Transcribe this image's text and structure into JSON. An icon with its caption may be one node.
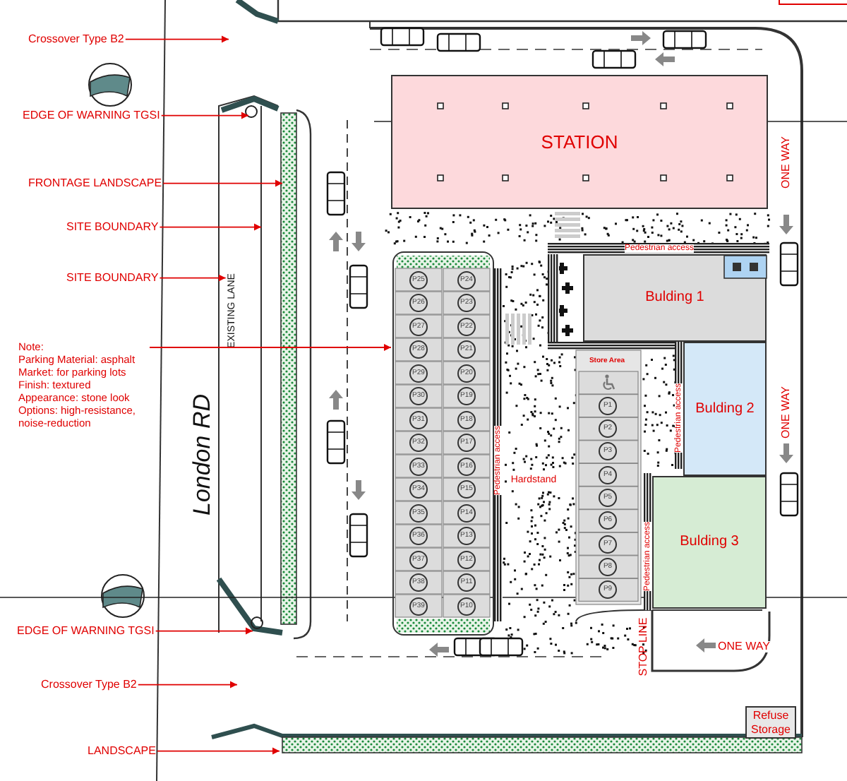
{
  "diagram": {
    "nodes": [
      {
        "text": [
          "Crossover Type B2"
        ]
      },
      {
        "text": [
          "EDGE OF WARNING TGSI"
        ]
      },
      {
        "text": [
          "FRONTAGE LANDSCAPE"
        ]
      },
      {
        "text": [
          "SITE BOUNDARY"
        ]
      },
      {
        "text": [
          "SITE BOUNDARY"
        ]
      },
      {
        "text": [
          "Note:",
          "Parking Material: asphalt",
          "Market: for parking lots",
          "Finish: textured",
          "Appearance: stone look",
          "Options: high-resistance, noise-reduction"
        ]
      },
      {
        "text": [
          "EDGE OF WARNING TGSI"
        ]
      },
      {
        "text": [
          "Crossover Type B2"
        ]
      },
      {
        "text": [
          "LANDSCAPE"
        ]
      },
      {
        "text": [
          "STATION"
        ]
      },
      {
        "text": [
          "Bulding 1"
        ],
        "beside": [
          "Pedestrian access"
        ]
      },
      {
        "text": [
          "Bulding 2"
        ],
        "beside": [
          "Pedestrian access"
        ]
      },
      {
        "text": [
          "Bulding 3"
        ],
        "beside": [
          "Pedestrian access"
        ]
      },
      {
        "text": [
          "Refuse Storage"
        ]
      },
      {
        "text": [],
        "shape": "box"
      },
      {
        "text": [
          "EXISTING LANE"
        ]
      }
    ],
    "edges": [
      {
        "from": 0,
        "to": null,
        "arrow": "to"
      },
      {
        "from": 1,
        "to": null,
        "arrow": "to"
      },
      {
        "from": 2,
        "to": null,
        "arrow": "to"
      },
      {
        "from": 3,
        "to": null,
        "arrow": "to"
      },
      {
        "from": 4,
        "to": 15,
        "arrow": "to"
      },
      {
        "from": 5,
        "to": 14,
        "arrow": "to"
      },
      {
        "from": 6,
        "to": null,
        "arrow": "to"
      },
      {
        "from": 7,
        "to": null,
        "arrow": "to"
      },
      {
        "from": 8,
        "to": null,
        "arrow": "to"
      }
    ],
    "labels": [
      "London RD",
      "ONE WAY",
      "ONE WAY",
      "ONE WAY",
      "STOP LINE",
      "Hardstand",
      "Store Area",
      "Pedestrian access",
      "P25",
      "P24",
      "P26",
      "P23",
      "P27",
      "P22",
      "P28",
      "P21",
      "P29",
      "P20",
      "P30",
      "P19",
      "P31",
      "P18",
      "P32",
      "P17",
      "P33",
      "P16",
      "P34",
      "P15",
      "P35",
      "P14",
      "P36",
      "P13",
      "P37",
      "P12",
      "P38",
      "P11",
      "P39",
      "P10",
      "P1",
      "P2",
      "P3",
      "P4",
      "P5",
      "P6",
      "P7",
      "P8",
      "P9"
    ]
  }
}
